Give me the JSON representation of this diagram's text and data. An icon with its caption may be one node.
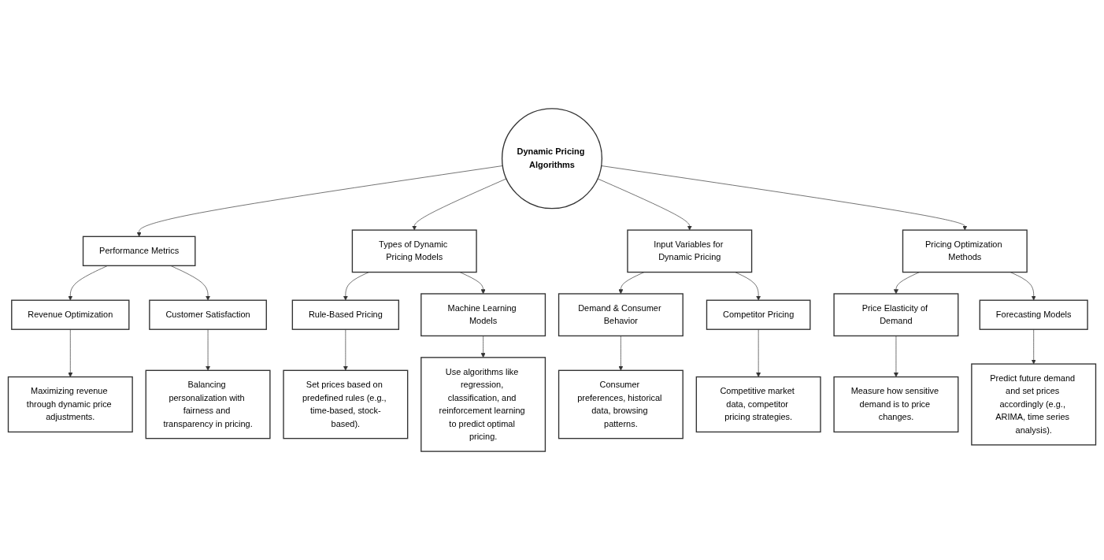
{
  "diagram": {
    "nodes": [
      {
        "text": [
          "Dynamic Pricing Algorithms"
        ]
      },
      {
        "text": [
          "Performance Metrics"
        ]
      },
      {
        "text": [
          "Revenue Optimization"
        ]
      },
      {
        "text": [
          "Maximizing revenue through dynamic price adjustments."
        ]
      },
      {
        "text": [
          "Customer Satisfaction"
        ]
      },
      {
        "text": [
          "Balancing personalization with fairness and transparency in pricing."
        ]
      },
      {
        "text": [
          "Types of Dynamic Pricing Models"
        ]
      },
      {
        "text": [
          "Input Variables for Dynamic Pricing"
        ]
      },
      {
        "text": [
          "Pricing Optimization Methods"
        ]
      },
      {
        "text": [
          "Rule-Based Pricing"
        ]
      },
      {
        "text": [
          "Machine Learning Models"
        ]
      },
      {
        "text": [
          "Demand & Consumer Behavior"
        ]
      },
      {
        "text": [
          "Competitor Pricing"
        ]
      },
      {
        "text": [
          "Price Elasticity of Demand"
        ]
      },
      {
        "text": [
          "Forecasting Models"
        ]
      },
      {
        "text": [
          "Set prices based on predefined rules (e.g., time-based, stock-based)."
        ]
      },
      {
        "text": [
          "Use algorithms like regression, classification, and reinforcement learning to predict optimal pricing."
        ]
      },
      {
        "text": [
          "Consumer preferences, historical data, browsing patterns."
        ]
      },
      {
        "text": [
          "Competitive market data, competitor pricing strategies."
        ]
      },
      {
        "text": [
          "Measure how sensitive demand is to price changes."
        ]
      },
      {
        "text": [
          "Predict future demand and set prices accordingly (e.g., ARIMA, time series analysis)."
        ]
      }
    ],
    "edges": [
      {
        "from": 0,
        "to": 1,
        "arrow": "to"
      },
      {
        "from": 1,
        "to": 2,
        "arrow": "to"
      },
      {
        "from": 1,
        "to": 4,
        "arrow": "to"
      },
      {
        "from": 2,
        "to": 3,
        "arrow": "to"
      },
      {
        "from": 4,
        "to": 5,
        "arrow": "to"
      },
      {
        "from": 0,
        "to": 6,
        "arrow": "to"
      },
      {
        "from": 0,
        "to": 7,
        "arrow": "to"
      },
      {
        "from": 0,
        "to": 8,
        "arrow": "to"
      },
      {
        "from": 6,
        "to": 9,
        "arrow": "to"
      },
      {
        "from": 6,
        "to": 10,
        "arrow": "to"
      },
      {
        "from": 7,
        "to": 11,
        "arrow": "to"
      },
      {
        "from": 7,
        "to": 12,
        "arrow": "to"
      },
      {
        "from": 8,
        "to": 13,
        "arrow": "to"
      },
      {
        "from": 8,
        "to": 14,
        "arrow": "to"
      },
      {
        "from": 9,
        "to": 15,
        "arrow": "to"
      },
      {
        "from": 10,
        "to": 16,
        "arrow": "to"
      },
      {
        "from": 11,
        "to": 17,
        "arrow": "to"
      },
      {
        "from": 12,
        "to": 18,
        "arrow": "to"
      },
      {
        "from": 13,
        "to": 19,
        "arrow": "to"
      },
      {
        "from": 14,
        "to": 20,
        "arrow": "to"
      }
    ]
  }
}
